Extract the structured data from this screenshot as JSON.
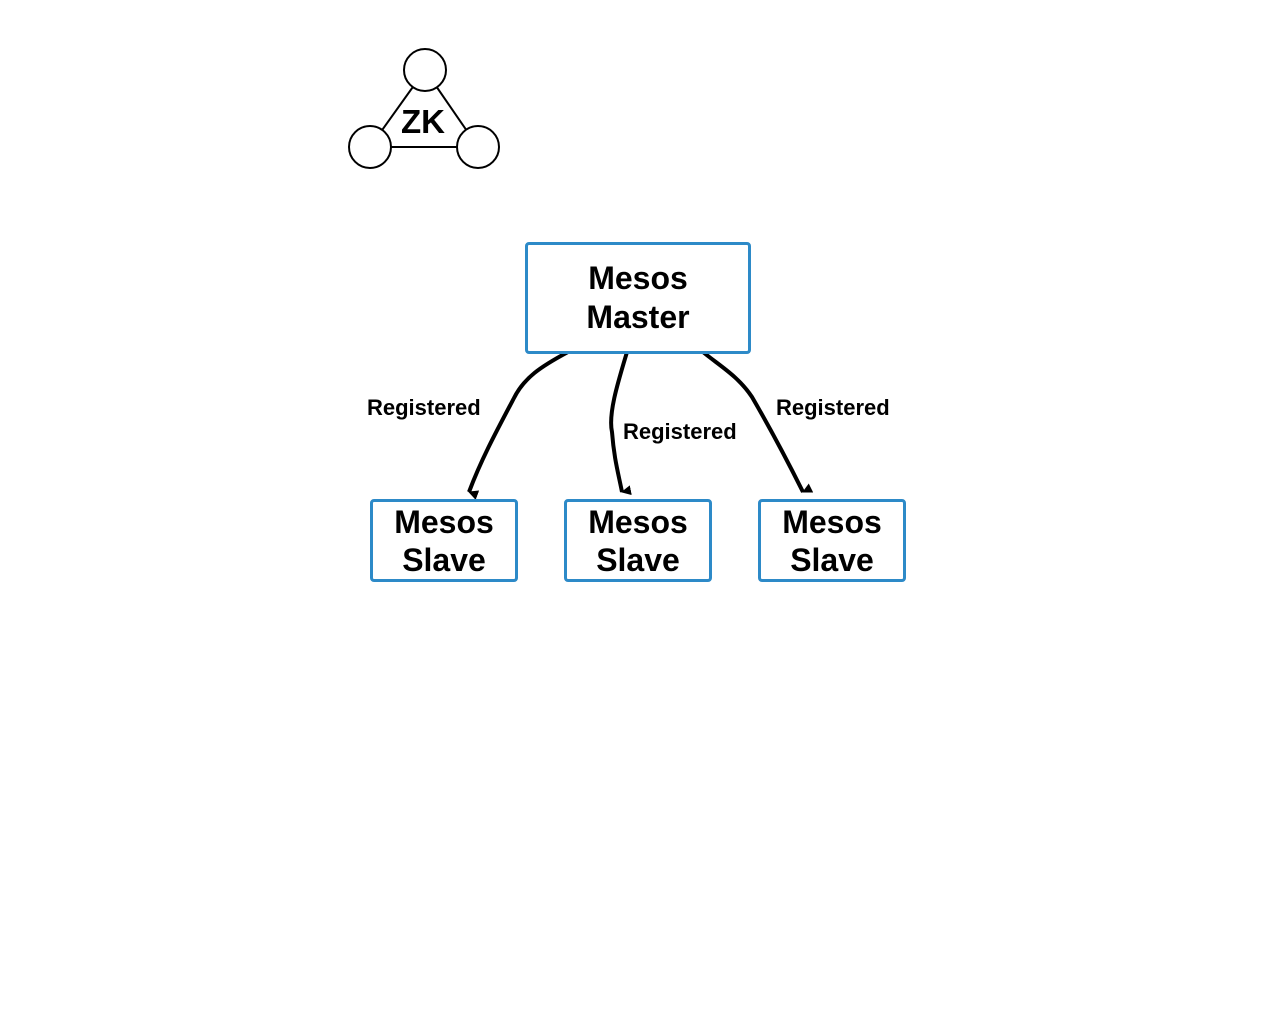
{
  "zookeeper": {
    "label": "ZK"
  },
  "master": {
    "line1": "Mesos",
    "line2": "Master"
  },
  "slaves": [
    {
      "line1": "Mesos",
      "line2": "Slave"
    },
    {
      "line1": "Mesos",
      "line2": "Slave"
    },
    {
      "line1": "Mesos",
      "line2": "Slave"
    }
  ],
  "edges": [
    {
      "label": "Registered"
    },
    {
      "label": "Registered"
    },
    {
      "label": "Registered"
    }
  ],
  "colors": {
    "box_border": "#2d8ac8",
    "text": "#000000",
    "edge": "#000000"
  }
}
